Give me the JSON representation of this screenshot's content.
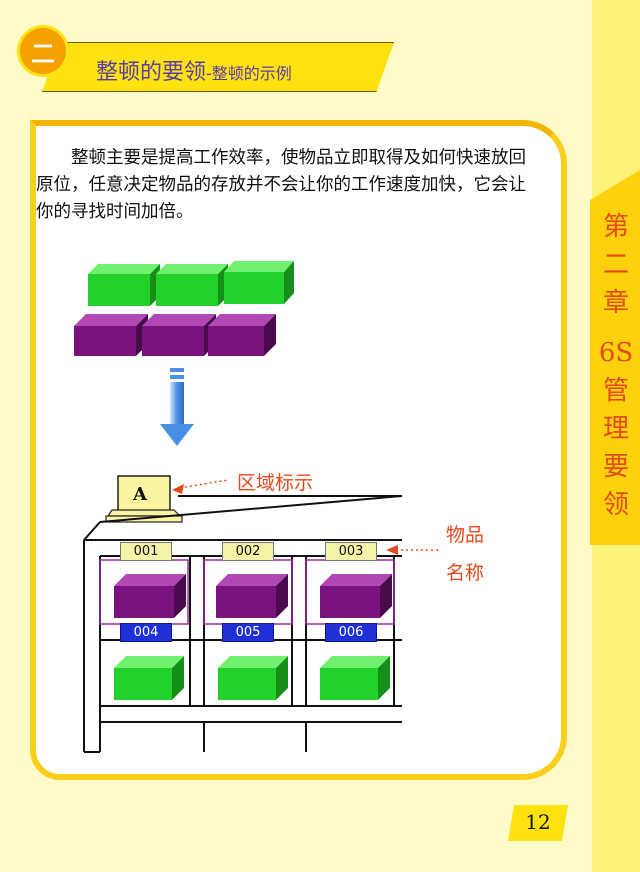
{
  "header": {
    "section_number": "二",
    "title_main": "整顿的要领",
    "title_sub": "-整顿的示例"
  },
  "content": {
    "paragraph": "整顿主要是提高工作效率，使物品立即取得及如何快速放回原位，任意决定物品的存放并不会让你的工作速度加快，它会让你的寻找时间加倍。"
  },
  "diagram": {
    "zone_letter": "A",
    "zone_label": "区域标示",
    "item_label_line1": "物品",
    "item_label_line2": "名称",
    "top_tags": [
      "001",
      "002",
      "003"
    ],
    "bottom_tags": [
      "004",
      "005",
      "006"
    ],
    "colors": {
      "green_box": "#22d12a",
      "purple_box": "#7a1380",
      "arrow": "#4a90e2",
      "label_red": "#e8481c"
    }
  },
  "sidebar": {
    "chapter_chars": [
      "第",
      "二",
      "章",
      "6S",
      "管",
      "理",
      "要",
      "领"
    ]
  },
  "footer": {
    "page_number": "12"
  }
}
